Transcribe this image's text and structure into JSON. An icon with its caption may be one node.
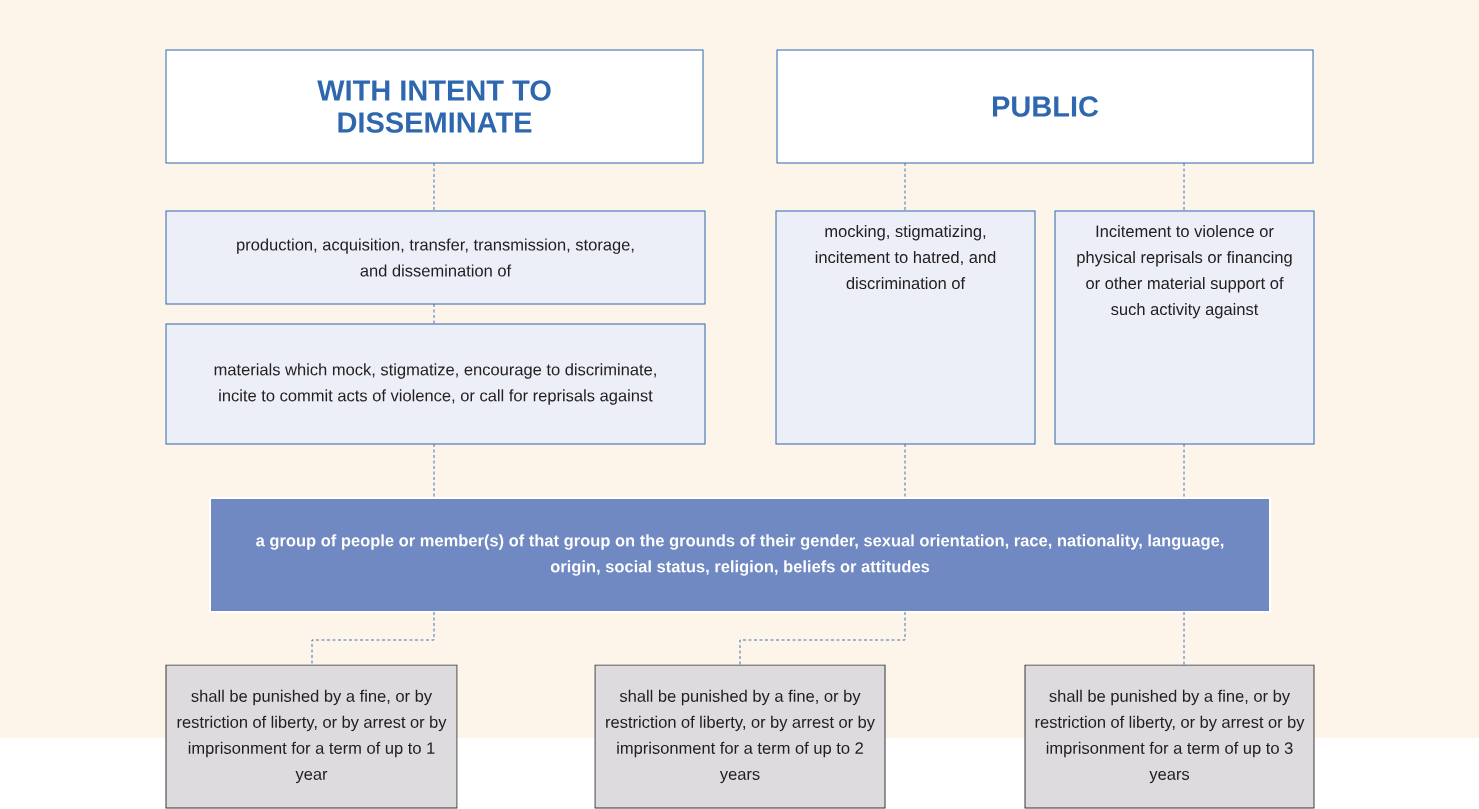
{
  "diagram": {
    "nodes": [
      {
        "text": [
          "WITH INTENT TO DISSEMINATE"
        ]
      },
      {
        "text": [
          "PUBLIC"
        ]
      },
      {
        "text": [
          "production, acquisition, transfer, transmission, storage, and dissemination of"
        ]
      },
      {
        "text": [
          "materials which mock, stigmatize,  encourage to discriminate, incite to commit acts of violence, or call for reprisals against"
        ]
      },
      {
        "text": [
          "mocking, stigmatizing, incitement to hatred, and discrimination of"
        ]
      },
      {
        "text": [
          "Incitement to violence or physical reprisals or financing or other material support of such activity against"
        ]
      },
      {
        "text": [
          "a group of people or member(s) of that group on the grounds of their gender, sexual orientation, race, nationality, language, origin, social status, religion, beliefs  or attitudes"
        ]
      },
      {
        "text": [
          "shall be punished by a fine, or by restriction of liberty, or by arrest or by imprisonment for a term of up to 1 year"
        ]
      },
      {
        "text": [
          "shall be punished by a fine, or by restriction of liberty, or by arrest or by imprisonment for a term of up to 2 years"
        ]
      },
      {
        "text": [
          "shall be punished by a fine, or by restriction of liberty, or by arrest or by imprisonment for a term of up to 3 years"
        ]
      }
    ],
    "edges": [
      {
        "from": 0,
        "to": 2,
        "arrow": "none",
        "style": "dashed"
      },
      {
        "from": 2,
        "to": 3,
        "arrow": "none",
        "style": "dashed"
      },
      {
        "from": 3,
        "to": 6,
        "arrow": "none",
        "style": "dashed"
      },
      {
        "from": 1,
        "to": 4,
        "arrow": "none",
        "style": "dashed"
      },
      {
        "from": 1,
        "to": 5,
        "arrow": "none",
        "style": "dashed"
      },
      {
        "from": 4,
        "to": 6,
        "arrow": "none",
        "style": "dashed"
      },
      {
        "from": 5,
        "to": 6,
        "arrow": "none",
        "style": "dashed"
      },
      {
        "from": 6,
        "to": 7,
        "arrow": "none",
        "style": "dashed"
      },
      {
        "from": 6,
        "to": 8,
        "arrow": "none",
        "style": "dashed"
      },
      {
        "from": 6,
        "to": 9,
        "arrow": "none",
        "style": "dashed"
      }
    ]
  }
}
